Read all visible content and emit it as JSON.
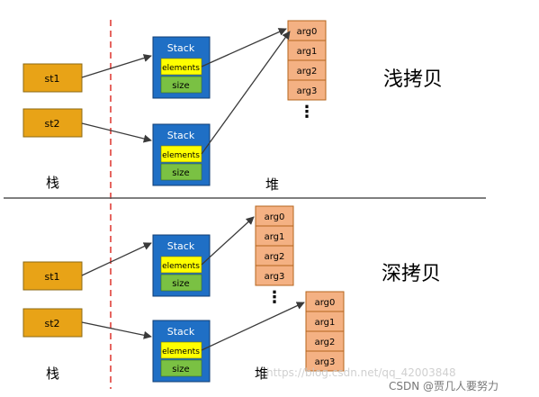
{
  "top": {
    "variables": [
      "st1",
      "st2"
    ],
    "stack_object": {
      "title": "Stack",
      "fields": [
        "elements",
        "size"
      ]
    },
    "array": [
      "arg0",
      "arg1",
      "arg2",
      "arg3"
    ],
    "ellipsis": "⋮",
    "region_stack_label": "栈",
    "region_heap_label": "堆",
    "caption": "浅拷贝"
  },
  "bottom": {
    "variables": [
      "st1",
      "st2"
    ],
    "stack_object": {
      "title": "Stack",
      "fields": [
        "elements",
        "size"
      ]
    },
    "arrays": [
      [
        "arg0",
        "arg1",
        "arg2",
        "arg3"
      ],
      [
        "arg0",
        "arg1",
        "arg2",
        "arg3"
      ]
    ],
    "ellipsis": "⋮",
    "region_stack_label": "栈",
    "region_heap_label": "堆",
    "caption": "深拷贝"
  },
  "watermark": {
    "url_text": "https://blog.csdn.net/qq_42003848",
    "credit": "CSDN @贾几人要努力"
  },
  "colors": {
    "variable_fill": "#E8A317",
    "variable_stroke": "#8B6914",
    "stack_fill": "#1F6FC5",
    "stack_stroke": "#123E73",
    "elements_fill": "#FFFF00",
    "size_fill": "#7AC143",
    "array_fill": "#F4B183",
    "array_stroke": "#B5651D",
    "divider_dashed": "#E0403A",
    "separator": "#555555",
    "arrow": "#3A3A3A"
  }
}
